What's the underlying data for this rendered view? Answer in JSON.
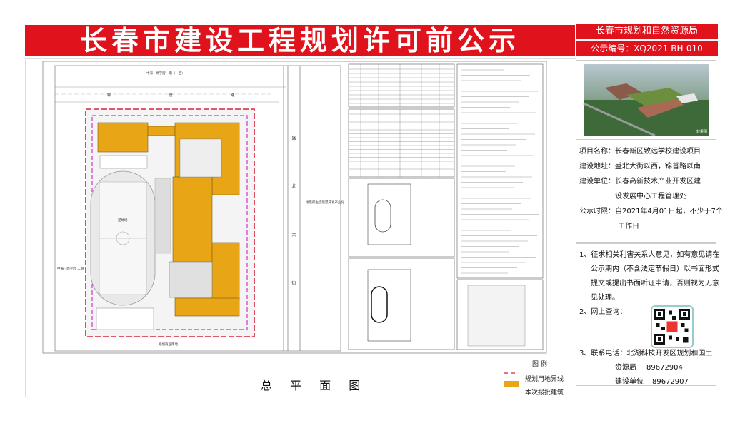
{
  "header": {
    "title": "长春市建设工程规划许可前公示",
    "authority": "长春市规划和自然资源局",
    "notice_no": "公示编号：XQ2021-BH-010"
  },
  "photo": {
    "alt": "aerial-rendering-of-school",
    "caption": "效果图"
  },
  "project": {
    "name_label": "项目名称：",
    "name": "长春新区致远学校建设项目",
    "address_label": "建设地址：",
    "address": "盛北大街以西，锦普路以南",
    "builder_label": "建设单位：",
    "builder_line1": "长春高新技术产业开发区建",
    "builder_line2": "设发展中心工程管理处",
    "period_label": "公示时限：",
    "period_line1": "自2021年4月01日起，不少于7个",
    "period_line2": "工作日"
  },
  "notes": {
    "n1_line1": "1、征求相关利害关系人意见，如有意见请在",
    "n1_line2": "公示期内（不含法定节假日）以书面形式",
    "n1_line3": "提交或提出书面听证申请，否则视为无意",
    "n1_line4": "见处理。",
    "n2": "2、网上查询：",
    "n3_line1": "3、联系电话：北湖科技开发区规划和国土",
    "n3_org": "资源局",
    "n3_phone1": "89672904",
    "n3_org2": "建设单位",
    "n3_phone2": "89672907"
  },
  "plan": {
    "title": "总 平 面 图",
    "legend_title": "图 例",
    "legend": [
      {
        "label": "规划用地界线",
        "color": "#d9233a"
      },
      {
        "label": "本次报批建筑",
        "color": "#e8a617"
      }
    ],
    "labels": {
      "north_neighbor": "中海 · 尚学府一期（一区）",
      "west_neighbor": "中海 · 尚学府 二期",
      "south_neighbor": "规划商业用地",
      "road_north": "锦 普 路",
      "road_east": "盛 北 大 街",
      "field": "足球场",
      "middle_strip": "地景所生态联盟开发产业化"
    }
  },
  "colors": {
    "brand_red": "#e0121b",
    "building": "#e8a617",
    "boundary": "#d9233a",
    "setback": "#d62fd6"
  }
}
